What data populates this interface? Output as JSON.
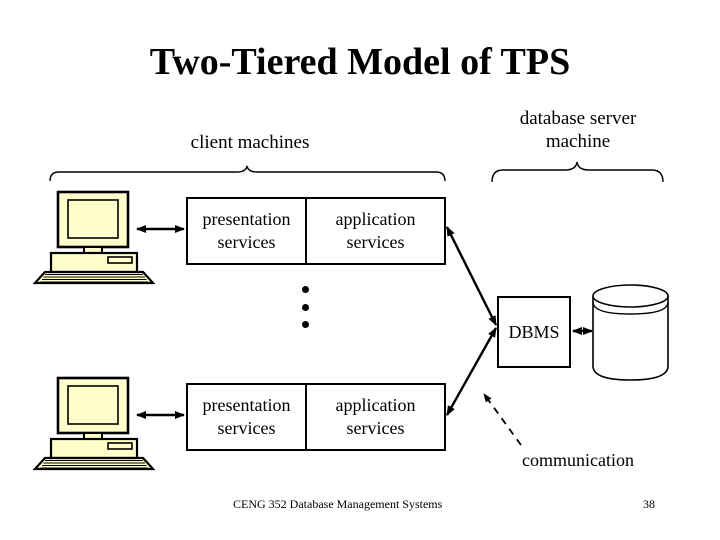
{
  "slide": {
    "title": "Two-Tiered Model of TPS",
    "background_color": "#ffffff",
    "ink_color": "#000000",
    "computer_fill_color": "#ffffcc"
  },
  "captions": {
    "client_group": "client machines",
    "server_group_line1": "database server",
    "server_group_line2": "machine"
  },
  "tiers": [
    {
      "id": "top",
      "cells": [
        {
          "line1": "presentation",
          "line2": "services"
        },
        {
          "line1": "application",
          "line2": "services"
        }
      ]
    },
    {
      "id": "bottom",
      "cells": [
        {
          "line1": "presentation",
          "line2": "services"
        },
        {
          "line1": "application",
          "line2": "services"
        }
      ]
    }
  ],
  "server": {
    "dbms_label": "DBMS",
    "database_shape": "cylinder"
  },
  "annotations": {
    "ellipsis": "vertical-ellipsis",
    "communication_label": "communication"
  },
  "footer": {
    "course": "CENG 352 Database Management Systems",
    "page_number": "38"
  }
}
